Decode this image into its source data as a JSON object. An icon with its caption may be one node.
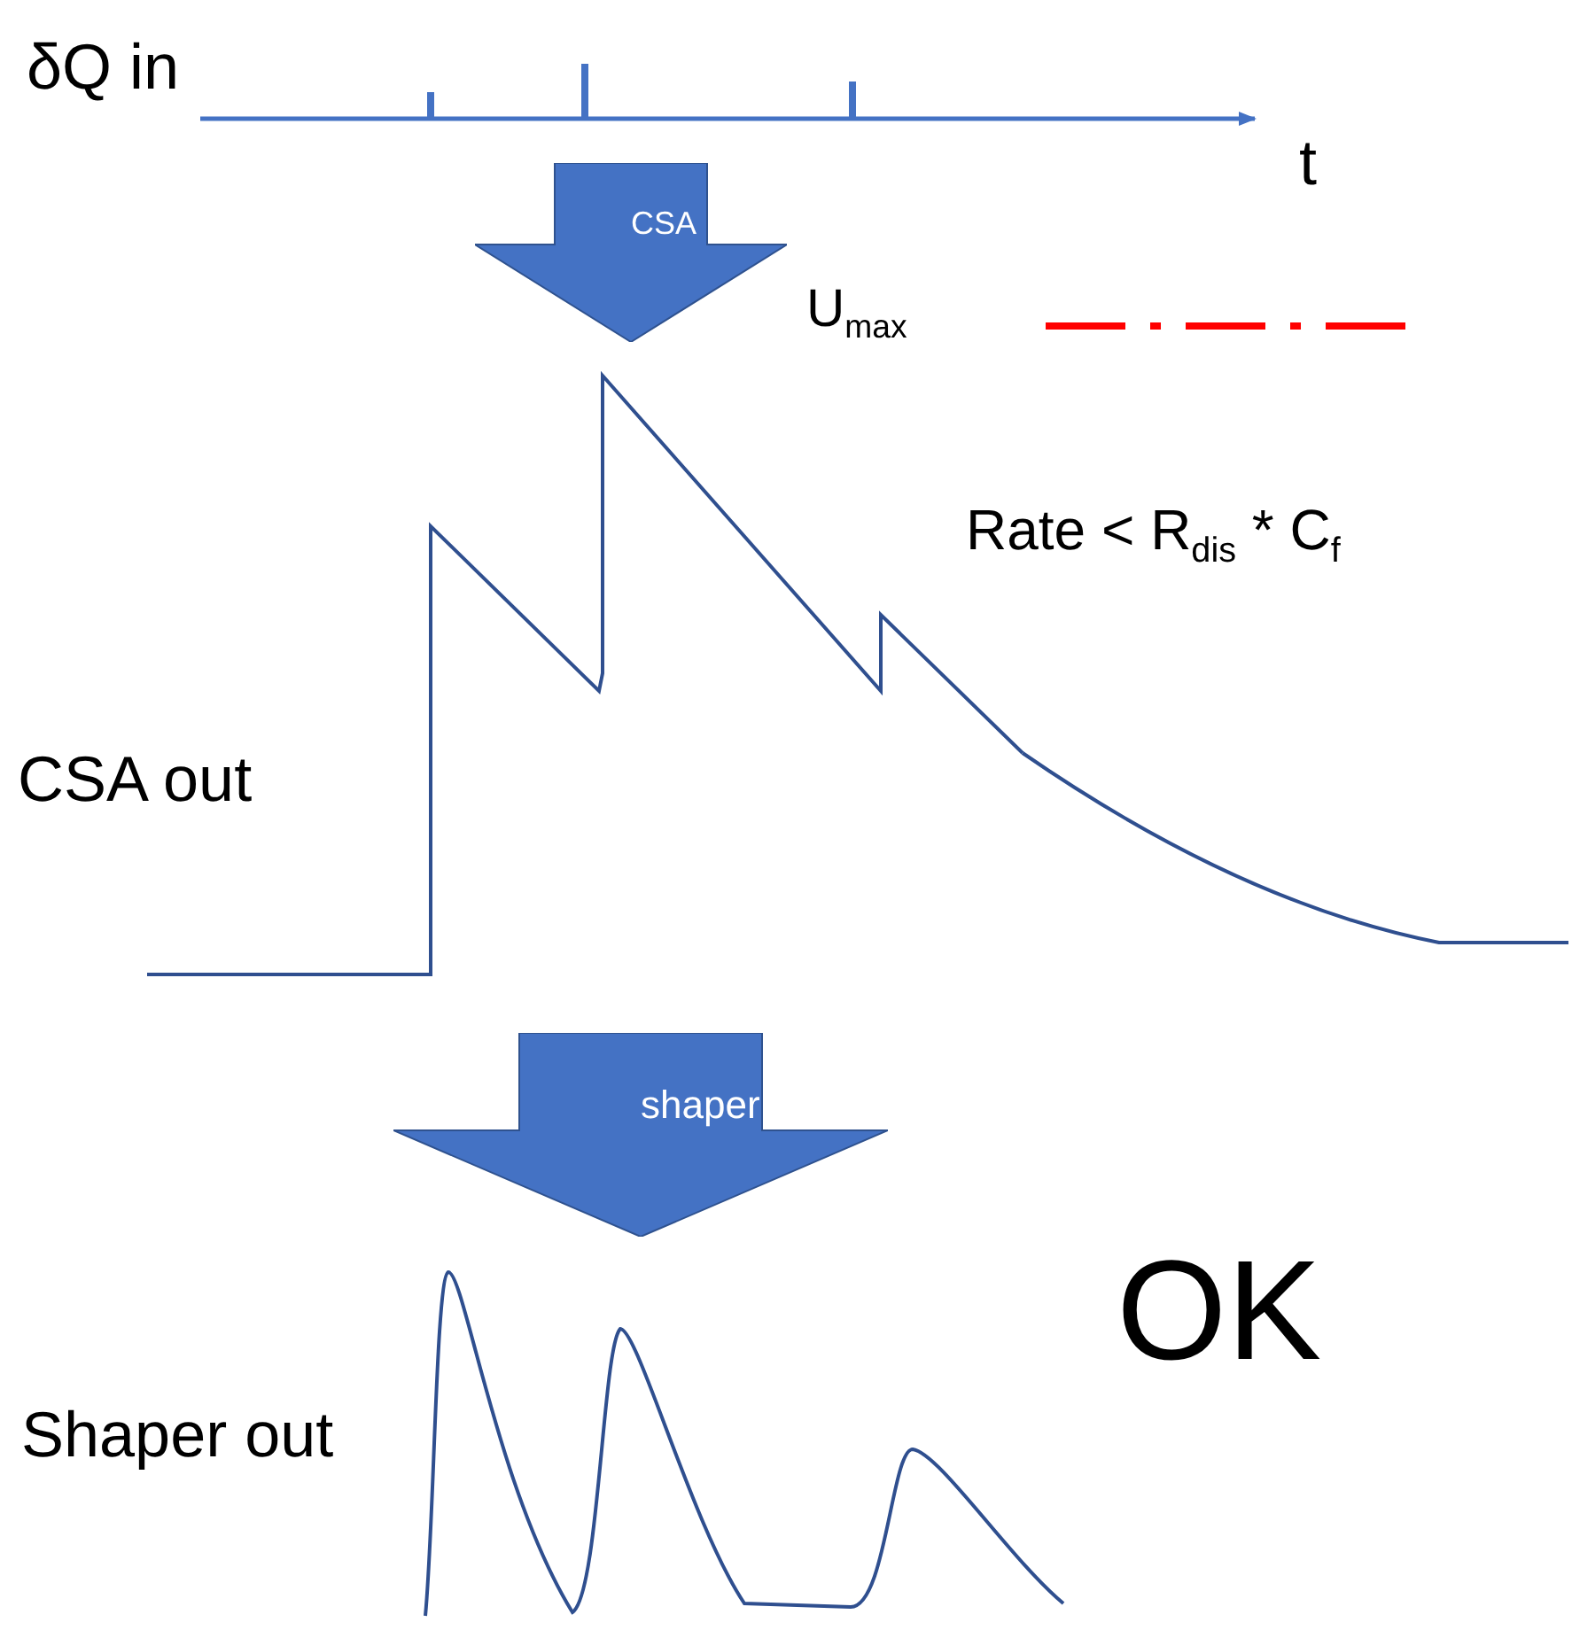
{
  "diagram": {
    "nodes": [
      {
        "text": [
          "CSA"
        ]
      },
      {
        "text": [
          "shaper"
        ]
      }
    ],
    "labels": [
      "δQ in",
      "t",
      "U$_{max}$",
      "Rate <  R$_{dis}$ * C$_{f}$",
      "CSA out",
      "OK",
      "Shaper out"
    ]
  }
}
